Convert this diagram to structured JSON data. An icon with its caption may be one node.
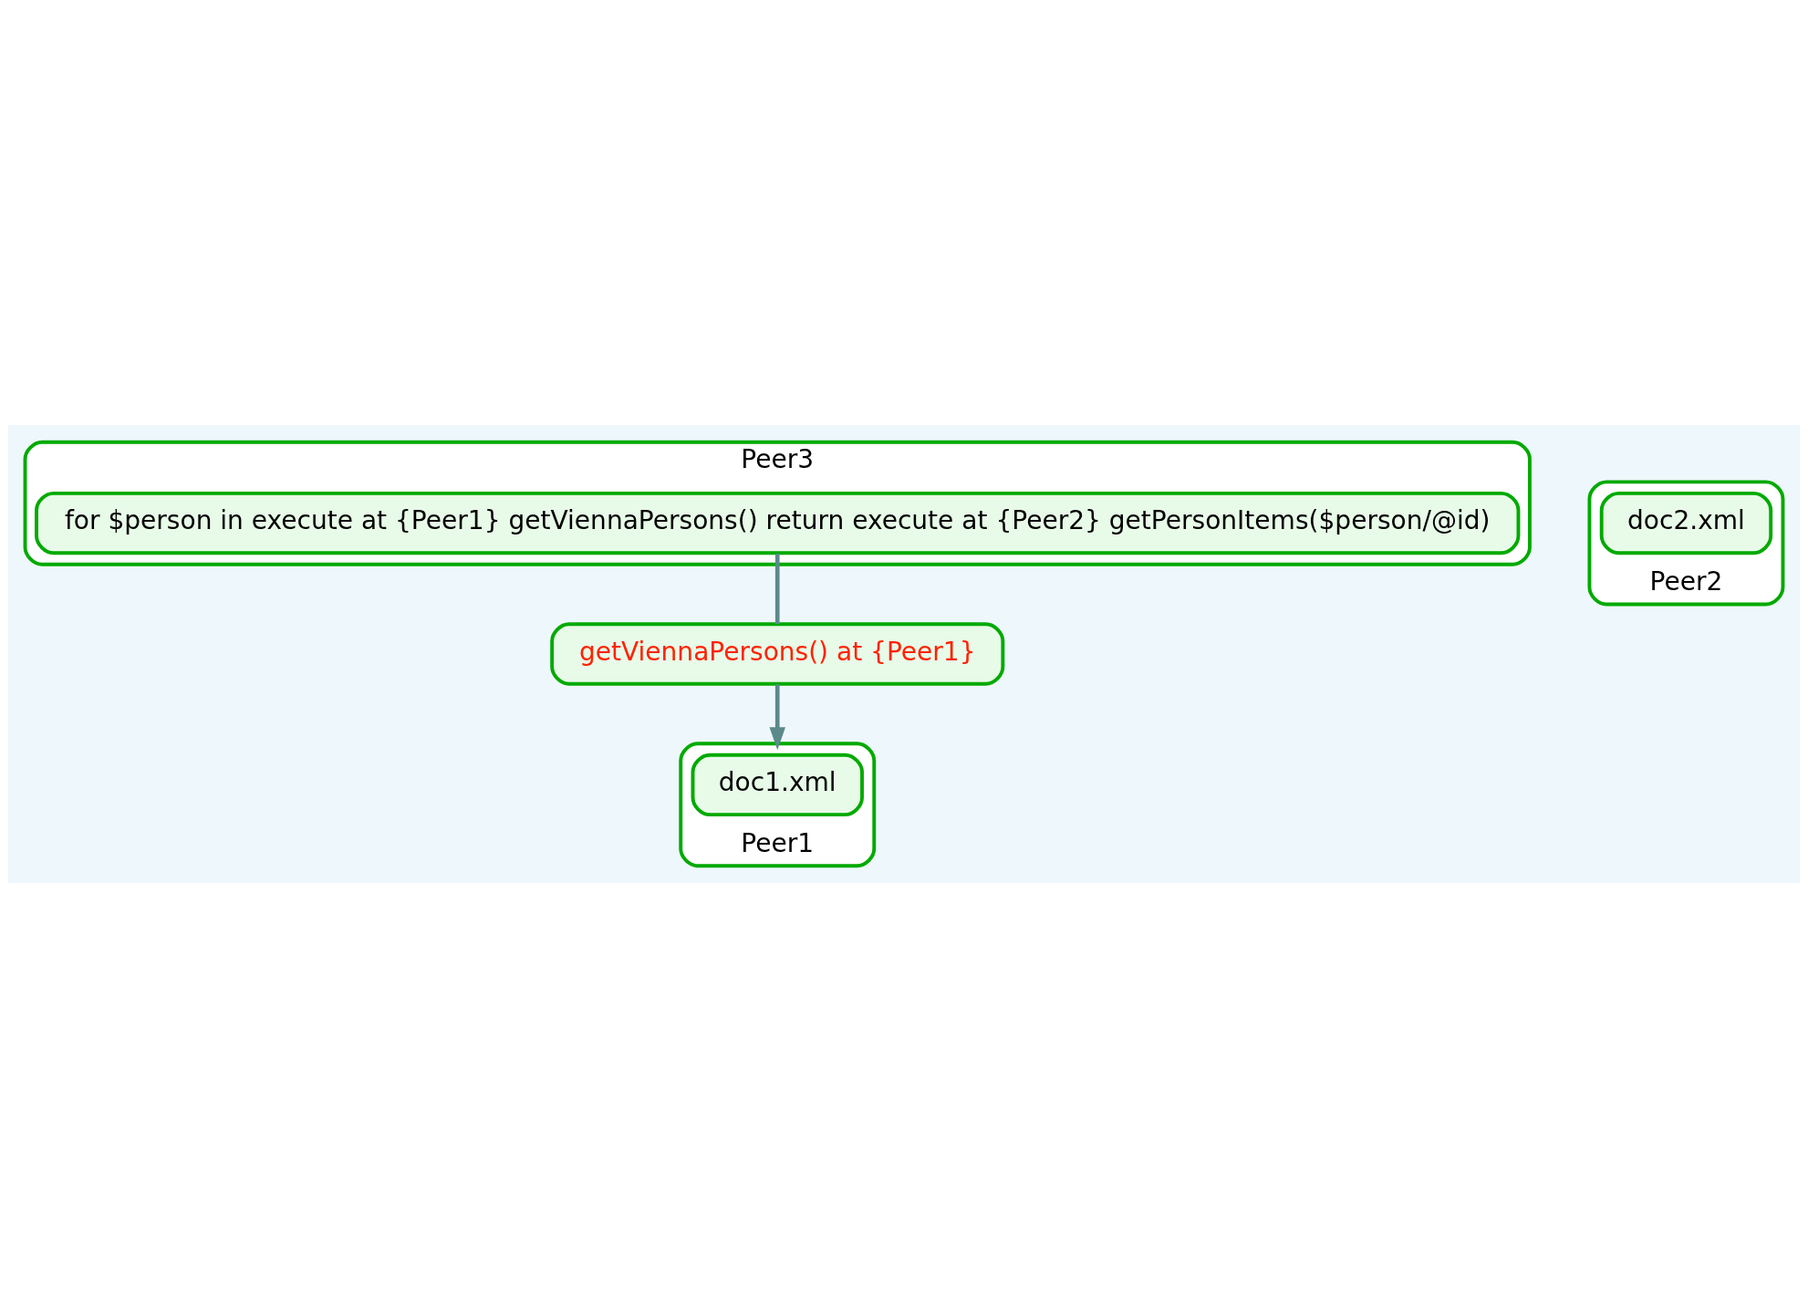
{
  "diagram": {
    "nodes": [
      {
        "text": [
          "Peer3"
        ]
      },
      {
        "text": [
          "for $person in execute at {Peer1} getViennaPersons() return execute at {Peer2} getPersonItems($person/@id)"
        ],
        "in": 0
      },
      {
        "text": [
          "getViennaPersons() at {Peer1}"
        ]
      },
      {
        "text": [
          "Peer1"
        ]
      },
      {
        "text": [
          "doc1.xml"
        ],
        "in": 3
      },
      {
        "text": [
          "Peer2"
        ]
      },
      {
        "text": [
          "doc2.xml"
        ],
        "in": 5
      }
    ],
    "edges": [
      {
        "from": 1,
        "to": 2,
        "arrow": "none"
      },
      {
        "from": 2,
        "to": 3,
        "arrow": "to"
      }
    ]
  }
}
